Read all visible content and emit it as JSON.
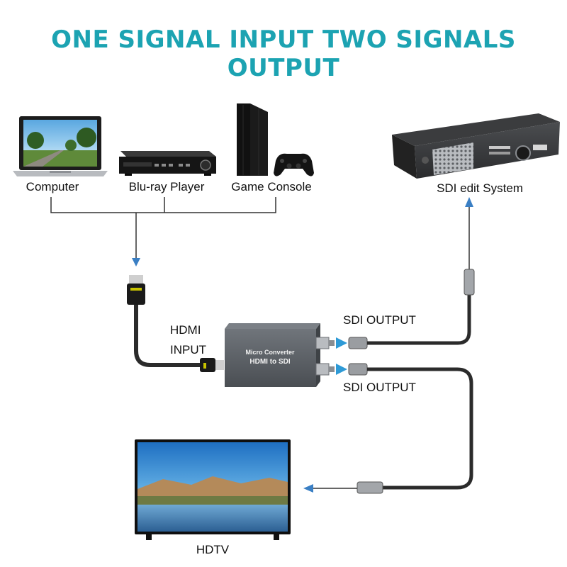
{
  "title": "ONE SIGNAL INPUT TWO SIGNALS OUTPUT",
  "devices": {
    "computer": "Computer",
    "bluray": "Blu-ray Player",
    "console": "Game Console",
    "sdi_system": "SDI edit System",
    "hdtv": "HDTV"
  },
  "converter": {
    "line1": "Micro Converter",
    "line2": "HDMI to SDI"
  },
  "ports": {
    "hdmi_input_line1": "HDMI",
    "hdmi_input_line2": "INPUT",
    "sdi_output_1": "SDI OUTPUT",
    "sdi_output_2": "SDI OUTPUT"
  },
  "colors": {
    "title": "#1ca3b2",
    "arrow": "#3a7fc4",
    "cable": "#2b2b2b",
    "converter_body": "#5b6066"
  }
}
